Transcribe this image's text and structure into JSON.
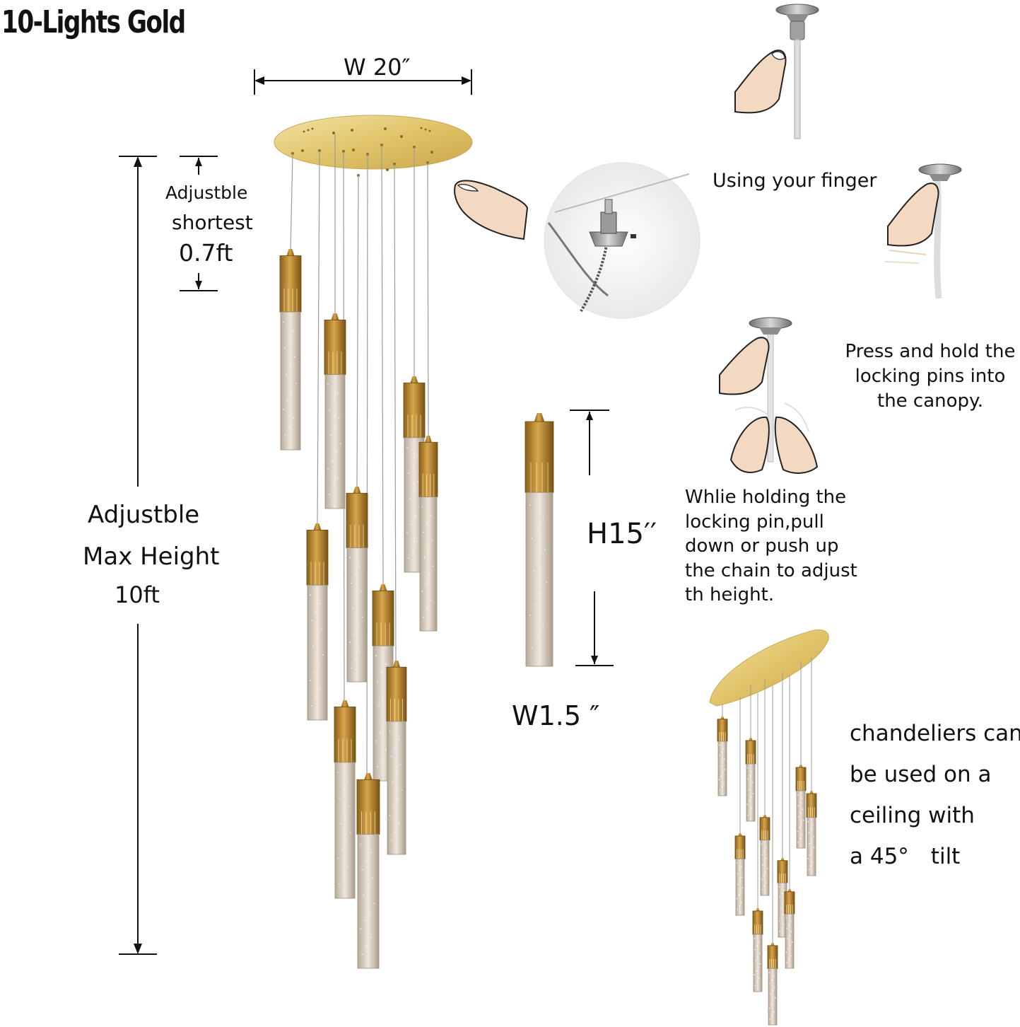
{
  "title": "10-Lights Gold",
  "dimensions": {
    "width": "W 20″",
    "shortest": [
      "Adjustble",
      "shortest",
      "0.7ft"
    ],
    "max_height": [
      "Adjustble",
      "Max Height",
      "10ft"
    ],
    "pendant_height": "H15′′",
    "pendant_width": "W1.5 ″"
  },
  "instructions": {
    "step1": "Using your finger",
    "step2": [
      "Press and hold the",
      "locking pins into",
      "the canopy."
    ],
    "step3": [
      "Whlie holding the",
      "locking pin,pull",
      "down or push up",
      "the chain to adjust",
      "th height."
    ],
    "tilt_note": [
      "chandeliers can",
      "be used on a",
      "ceiling with",
      "a 45°　tilt"
    ]
  },
  "colors": {
    "gold": "#d8b54a",
    "brass": "#b98a2e",
    "crystal": "#d9cfc3",
    "skin": "#f3d9c1"
  }
}
